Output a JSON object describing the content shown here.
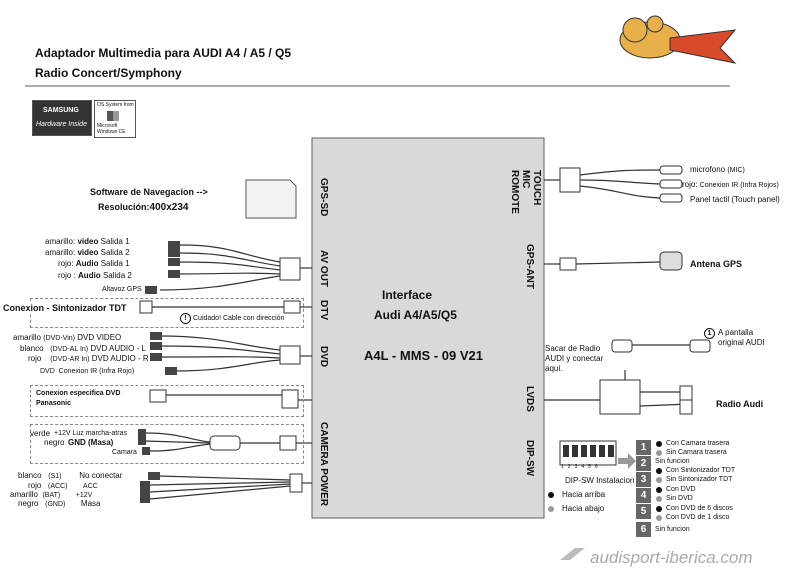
{
  "title": {
    "line1": "Adaptador Multimedia para AUDI  A4 / A5 / Q5",
    "line2": "Radio Concert/Symphony"
  },
  "logos": {
    "samsung_top": "SAMSUNG",
    "samsung_bottom": "Hardware Inside",
    "windows_top": "OS System from",
    "windows_brand": "Microsoft",
    "windows_product": "Windows CE"
  },
  "unit": {
    "interface": "Interface",
    "model_name": "Audi A4/A5/Q5",
    "version": "A4L - MMS - 09 V21",
    "ports": [
      "GPS-SD",
      "AV OUT",
      "DTV",
      "DVD",
      "CAMERA POWER",
      "TOUCH MIC ROMOTE",
      "GPS-ANT",
      "LVDS",
      "DIP-SW"
    ]
  },
  "software": {
    "line1": "Software de Navegacion -->",
    "line2_prefix": "Resolución:",
    "line2_value": "400x234"
  },
  "av_out": [
    {
      "color": "amarillo:",
      "signal": "video",
      "out": "Salida 1"
    },
    {
      "color": "amarillo:",
      "signal": "video",
      "out": "Salida 2"
    },
    {
      "color": "rojo:",
      "signal": "Audio",
      "out": "Salida 1"
    },
    {
      "color": "rojo :",
      "signal": "Audio",
      "out": "Salida 2"
    }
  ],
  "altavoz": "Altavoz GPS",
  "tdt": {
    "label": "Conexion - Sintonizador TDT",
    "warning": "Cuidado! Cable con dirección"
  },
  "dvd": [
    {
      "color": "amarillo",
      "code": "(DVD-Vin)",
      "text": "DVD  VIDEO"
    },
    {
      "color": "blanco",
      "code": "(DVD-AL In)",
      "text": "DVD  AUDIO - L"
    },
    {
      "color": "rojo",
      "code": "(DVD-AR In)",
      "text": "DVD  AUDIO - R"
    },
    {
      "color": "",
      "code": "DVD",
      "text": "Conexion IR (Infra Rojo)"
    }
  ],
  "panasonic": {
    "line1": "Conexion especifica DVD",
    "line2": "Panasonic"
  },
  "camera": {
    "verde": "verde",
    "luz": "+12V Luz marcha-atras",
    "negro": "negro",
    "gnd": "GND (Masa)",
    "camara": "Camara"
  },
  "power": [
    {
      "color": "blanco",
      "code": "(S1)",
      "text": "No conectar"
    },
    {
      "color": "rojo",
      "code": "(ACC)",
      "text": "ACC"
    },
    {
      "color": "amarillo",
      "code": "(BAT)",
      "text": "+12V"
    },
    {
      "color": "negro",
      "code": "(GND)",
      "text": "Masa"
    }
  ],
  "touch": {
    "mic_label": "microfono",
    "mic_code": "(MIC)",
    "ir_color": "rojo:",
    "ir_text": "Conexion IR (Infra Rojos)",
    "panel": "Panel tactil (Touch panel)"
  },
  "gps": "Antena GPS",
  "lvds": {
    "sacar": [
      "Sacar de Radio",
      "AUDI y conectar",
      "aquí."
    ],
    "pantalla_num": "1",
    "pantalla": [
      "A pantalla",
      "original AUDI"
    ],
    "radio": "Radio Audi"
  },
  "dip": {
    "numbers": [
      "1",
      "2",
      "3",
      "4",
      "5",
      "6"
    ],
    "instalacion": "DIP-SW Instalacion",
    "switch_numbers": [
      "1",
      "2",
      "3",
      "4",
      "5",
      "6"
    ],
    "arriba": "Hacia arriba",
    "abajo": "Hacia abajo",
    "options": [
      [
        "Con Camara trasera",
        "Sin Camara trasera"
      ],
      [
        "Sin funcion"
      ],
      [
        "Con Sintonizador TDT",
        "Sin Sintonizador TDT"
      ],
      [
        "Con DVD",
        "Sin DVD"
      ],
      [
        "Con DVD de 6 discos",
        "Con DVD de 1 disco"
      ],
      [
        "Sin funcion"
      ]
    ]
  },
  "watermark": "audisport-iberica.com"
}
